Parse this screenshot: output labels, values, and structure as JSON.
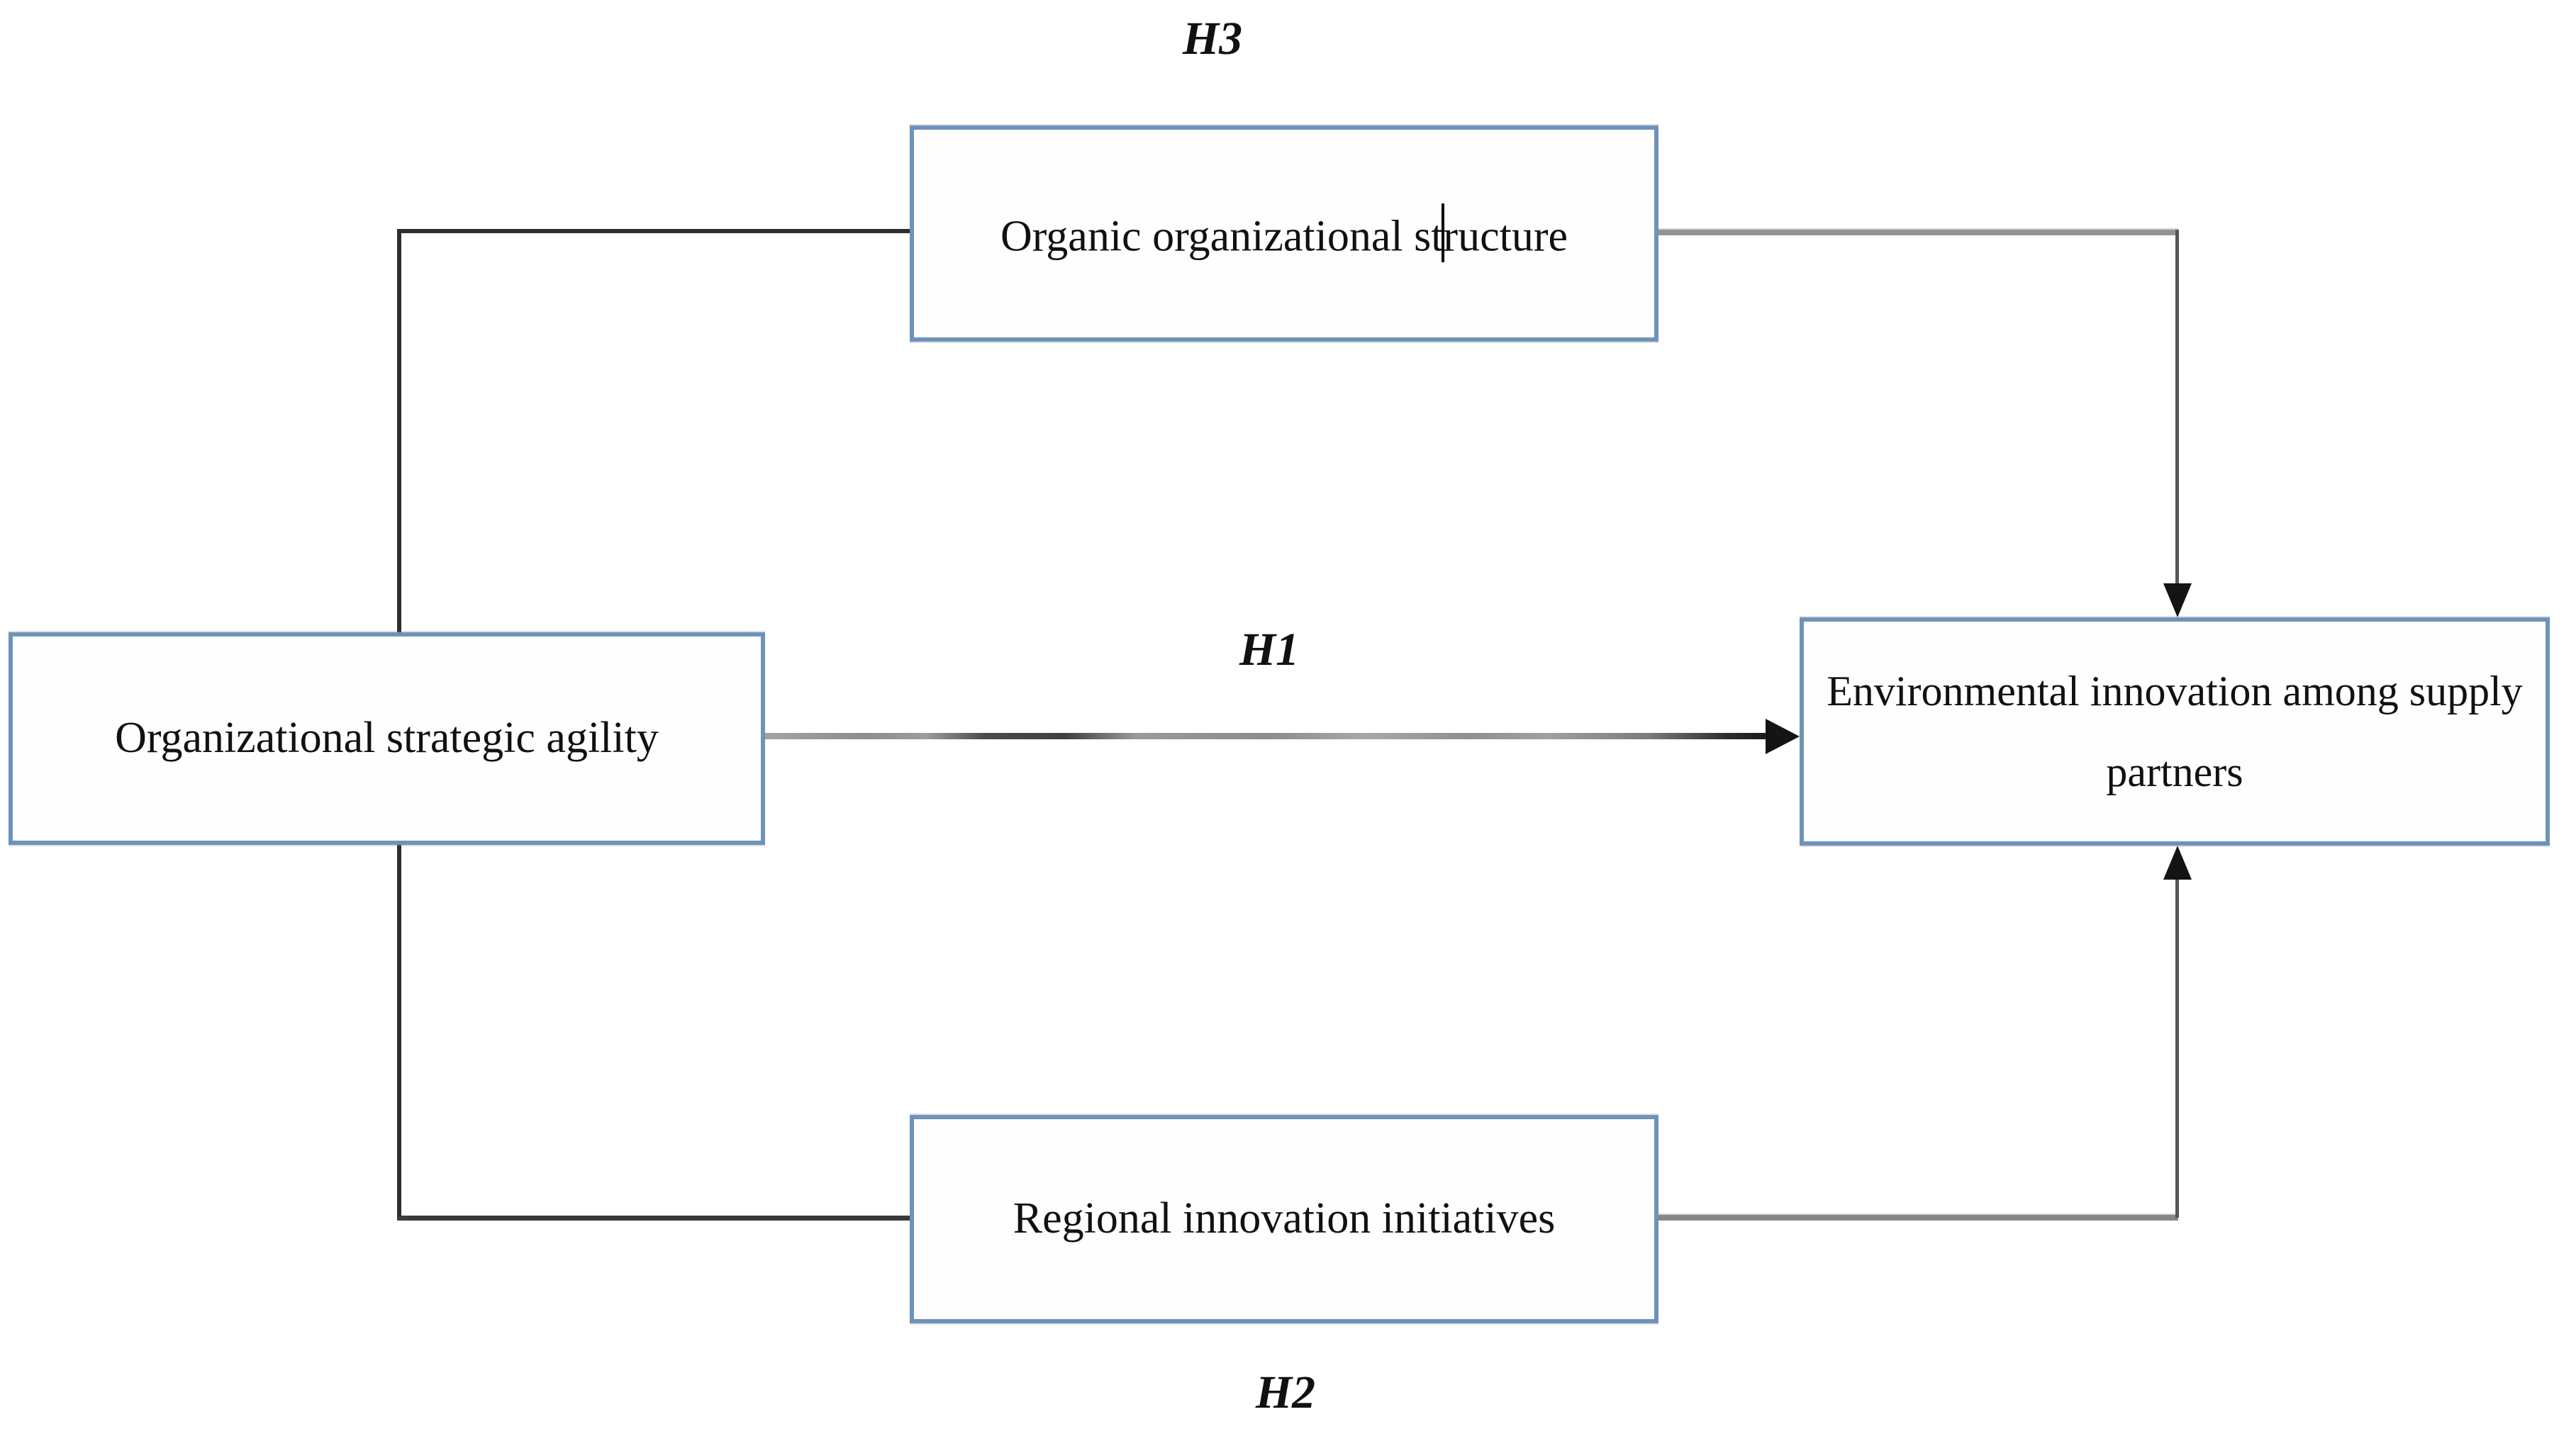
{
  "figure": {
    "type": "hypothesis-path-model-diagram",
    "nodes": {
      "agility": {
        "label": "Organizational strategic agility"
      },
      "organic": {
        "label": "Organic organizational structure",
        "label_before_caret": "Organic organizational st",
        "label_after_caret": "ructure",
        "has_text_cursor": true
      },
      "regional": {
        "label": "Regional innovation initiatives"
      },
      "environmental": {
        "label": "Environmental innovation among supply partners"
      }
    },
    "hypotheses": {
      "h1": "H1",
      "h2": "H2",
      "h3": "H3"
    },
    "edges": [
      {
        "from": "agility",
        "to": "organic",
        "style": "elbow-line",
        "arrowhead": false
      },
      {
        "from": "agility",
        "to": "regional",
        "style": "elbow-line",
        "arrowhead": false
      },
      {
        "from": "agility",
        "to": "environmental",
        "style": "straight",
        "arrowhead": true,
        "label": "H1"
      },
      {
        "from": "organic",
        "to": "environmental",
        "style": "elbow-line",
        "arrowhead": true,
        "label": "H3"
      },
      {
        "from": "regional",
        "to": "environmental",
        "style": "elbow-line",
        "arrowhead": true,
        "label": "H2"
      }
    ],
    "theme": {
      "box_border_color": "#6e93ba",
      "box_fill_color": "#fefefe",
      "text_color": "#111111",
      "dark_connector_color": "#2e2e2e",
      "gray_connector_color": "#8f8f8f",
      "arrowhead_color": "#141414",
      "background_color": "#ffffff"
    }
  }
}
